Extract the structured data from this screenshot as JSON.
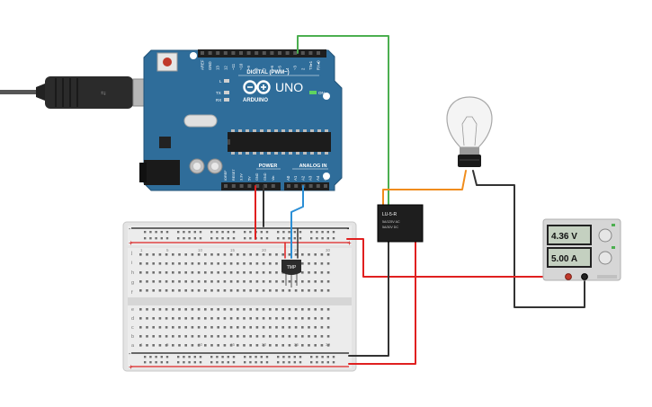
{
  "arduino": {
    "brand": "ARDUINO",
    "model": "UNO",
    "header_digital": "DIGITAL (PWM~)",
    "header_power": "POWER",
    "header_analog": "ANALOG IN",
    "on_label": "ON",
    "l_label": "L",
    "tx_label": "TX",
    "rx_label": "RX",
    "digital_pins": [
      "AREF",
      "GND",
      "13",
      "12",
      "~11",
      "~10",
      "~9",
      "8",
      "7",
      "~6",
      "~5",
      "4",
      "~3",
      "2",
      "TX▸1",
      "RX◂0"
    ],
    "power_pins": [
      "IOREF",
      "RESET",
      "3.3V",
      "5V",
      "GND",
      "GND",
      "Vin"
    ],
    "analog_pins": [
      "A0",
      "A1",
      "A2",
      "A3",
      "A4",
      "A5"
    ]
  },
  "relay": {
    "line1": "LU-5-R",
    "line2": "5A/125V AC",
    "line3": "5A/30V DC"
  },
  "sensor": {
    "label": "TMP"
  },
  "power_supply": {
    "voltage": "4.36 V",
    "current": "5.00 A"
  },
  "breadboard": {
    "row_letters_top": [
      "j",
      "i",
      "h",
      "g",
      "f"
    ],
    "row_letters_bottom": [
      "e",
      "d",
      "c",
      "b",
      "a"
    ],
    "column_numbers": [
      "1",
      "5",
      "10",
      "15",
      "20",
      "25",
      "30"
    ],
    "rail_plus": "+",
    "rail_minus": "-"
  },
  "colors": {
    "arduino_board": "#2f6d9a",
    "wire_green": "#4caf50",
    "wire_orange": "#f08c1c",
    "wire_red": "#e02020",
    "wire_black": "#333333",
    "wire_blue": "#2b8fd6",
    "breadboard": "#e4e4e4",
    "power_supply": "#d6d6d6"
  }
}
